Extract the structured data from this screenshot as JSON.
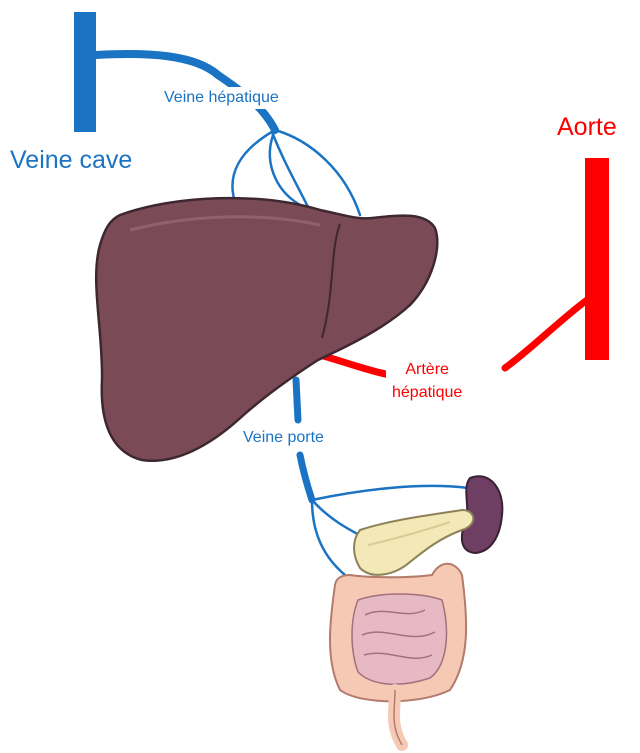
{
  "labels": {
    "veine_hepatique": "Veine hépatique",
    "veine_cave": "Veine cave",
    "aorte": "Aorte",
    "artere_hepatique_line1": "Artère",
    "artere_hepatique_line2": "hépatique",
    "veine_porte": "Veine porte"
  },
  "colors": {
    "vein": "#1b73c4",
    "artery": "#ff0000",
    "liver": "#7a4b57",
    "spleen": "#6e3f62",
    "pancreas": "#f3e8b8",
    "colon": "#f6c9b5",
    "small_intestine": "#e6b9c4"
  },
  "icons": {
    "liver": "liver-icon",
    "spleen": "spleen-icon",
    "pancreas": "pancreas-icon",
    "intestines": "intestines-icon"
  }
}
